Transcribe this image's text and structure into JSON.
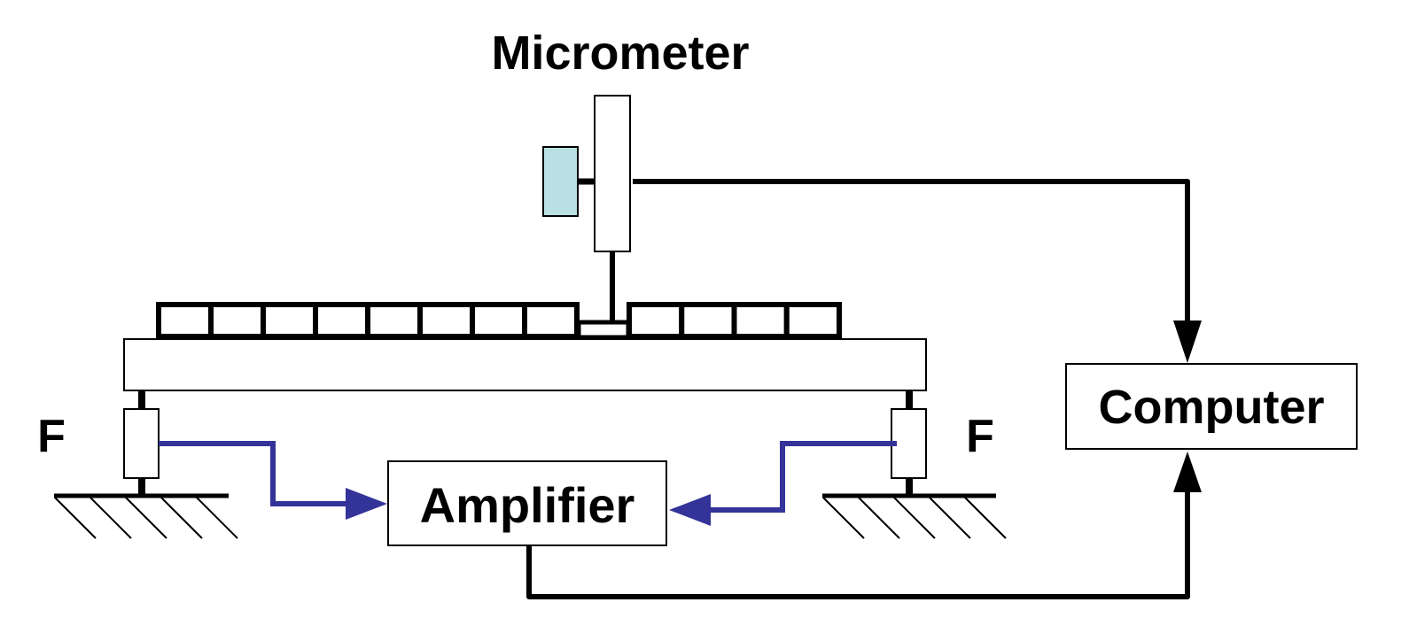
{
  "labels": {
    "micrometer": "Micrometer",
    "computer": "Computer",
    "amplifier": "Amplifier",
    "force_left": "F",
    "force_right": "F"
  },
  "colors": {
    "line": "#000000",
    "signal": "#333399",
    "micrometer_head": "#bbe0e3",
    "box_fill": "#ffffff"
  },
  "components": {
    "left_segments": 8,
    "right_segments": 4,
    "ground_hatches": 5
  }
}
